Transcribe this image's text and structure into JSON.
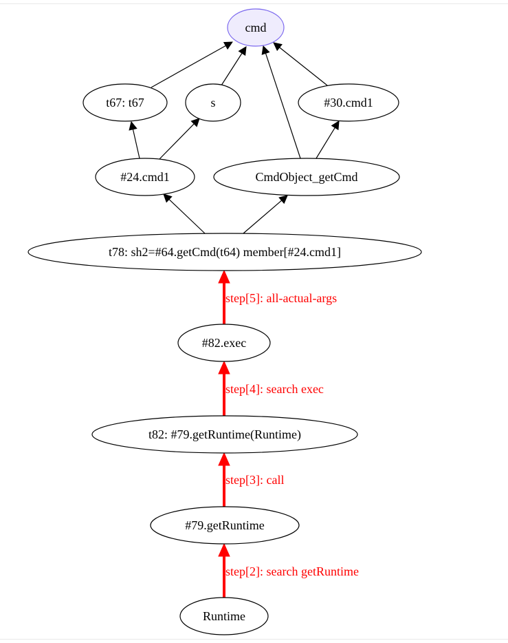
{
  "graph": {
    "nodes": [
      {
        "id": "cmd",
        "label": "cmd",
        "highlight": true
      },
      {
        "id": "t67",
        "label": "t67: t67"
      },
      {
        "id": "s",
        "label": "s"
      },
      {
        "id": "c30",
        "label": "#30.cmd1"
      },
      {
        "id": "c24",
        "label": "#24.cmd1"
      },
      {
        "id": "cog",
        "label": "CmdObject_getCmd"
      },
      {
        "id": "t78",
        "label": "t78: sh2=#64.getCmd(t64) member[#24.cmd1]"
      },
      {
        "id": "exec",
        "label": "#82.exec"
      },
      {
        "id": "t82",
        "label": "t82: #79.getRuntime(Runtime)"
      },
      {
        "id": "gr",
        "label": "#79.getRuntime"
      },
      {
        "id": "rt",
        "label": "Runtime"
      }
    ],
    "edges": [
      {
        "from": "t67",
        "to": "cmd"
      },
      {
        "from": "s",
        "to": "cmd"
      },
      {
        "from": "cog",
        "to": "cmd"
      },
      {
        "from": "c30",
        "to": "cmd"
      },
      {
        "from": "c24",
        "to": "t67"
      },
      {
        "from": "c24",
        "to": "s"
      },
      {
        "from": "cog",
        "to": "c30"
      },
      {
        "from": "t78",
        "to": "c24"
      },
      {
        "from": "t78",
        "to": "cog"
      },
      {
        "from": "exec",
        "to": "t78",
        "label": "step[5]: all-actual-args",
        "emphasis": true
      },
      {
        "from": "t82",
        "to": "exec",
        "label": "step[4]: search exec",
        "emphasis": true
      },
      {
        "from": "gr",
        "to": "t82",
        "label": "step[3]: call",
        "emphasis": true
      },
      {
        "from": "rt",
        "to": "gr",
        "label": "step[2]: search getRuntime",
        "emphasis": true
      }
    ]
  },
  "colors": {
    "highlight_fill": "#efecfd",
    "highlight_stroke": "#7b68ee",
    "emphasis": "#ff0000",
    "normal": "#000000"
  }
}
